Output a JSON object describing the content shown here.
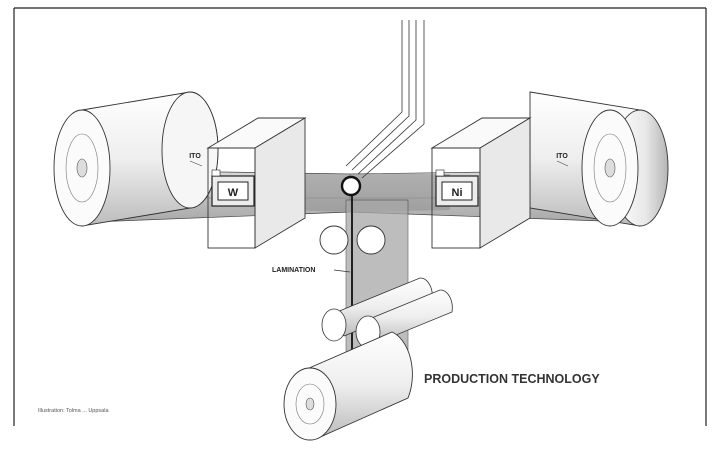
{
  "labels": {
    "ito_left": "ITO",
    "ito_right": "ITO",
    "box_left": "W",
    "box_right": "Ni",
    "lamination": "LAMINATION",
    "title": "PRODUCTION TECHNOLOGY",
    "credit": "Illustration: Tolma ... Uppsala"
  },
  "colors": {
    "web": "#bdbdbd",
    "web_dark": "#8f8f8f",
    "roll": "#f2f2f2",
    "outline": "#333333"
  },
  "icons": {
    "pinch_roller": "circle",
    "supply_roll": "cylinder"
  }
}
